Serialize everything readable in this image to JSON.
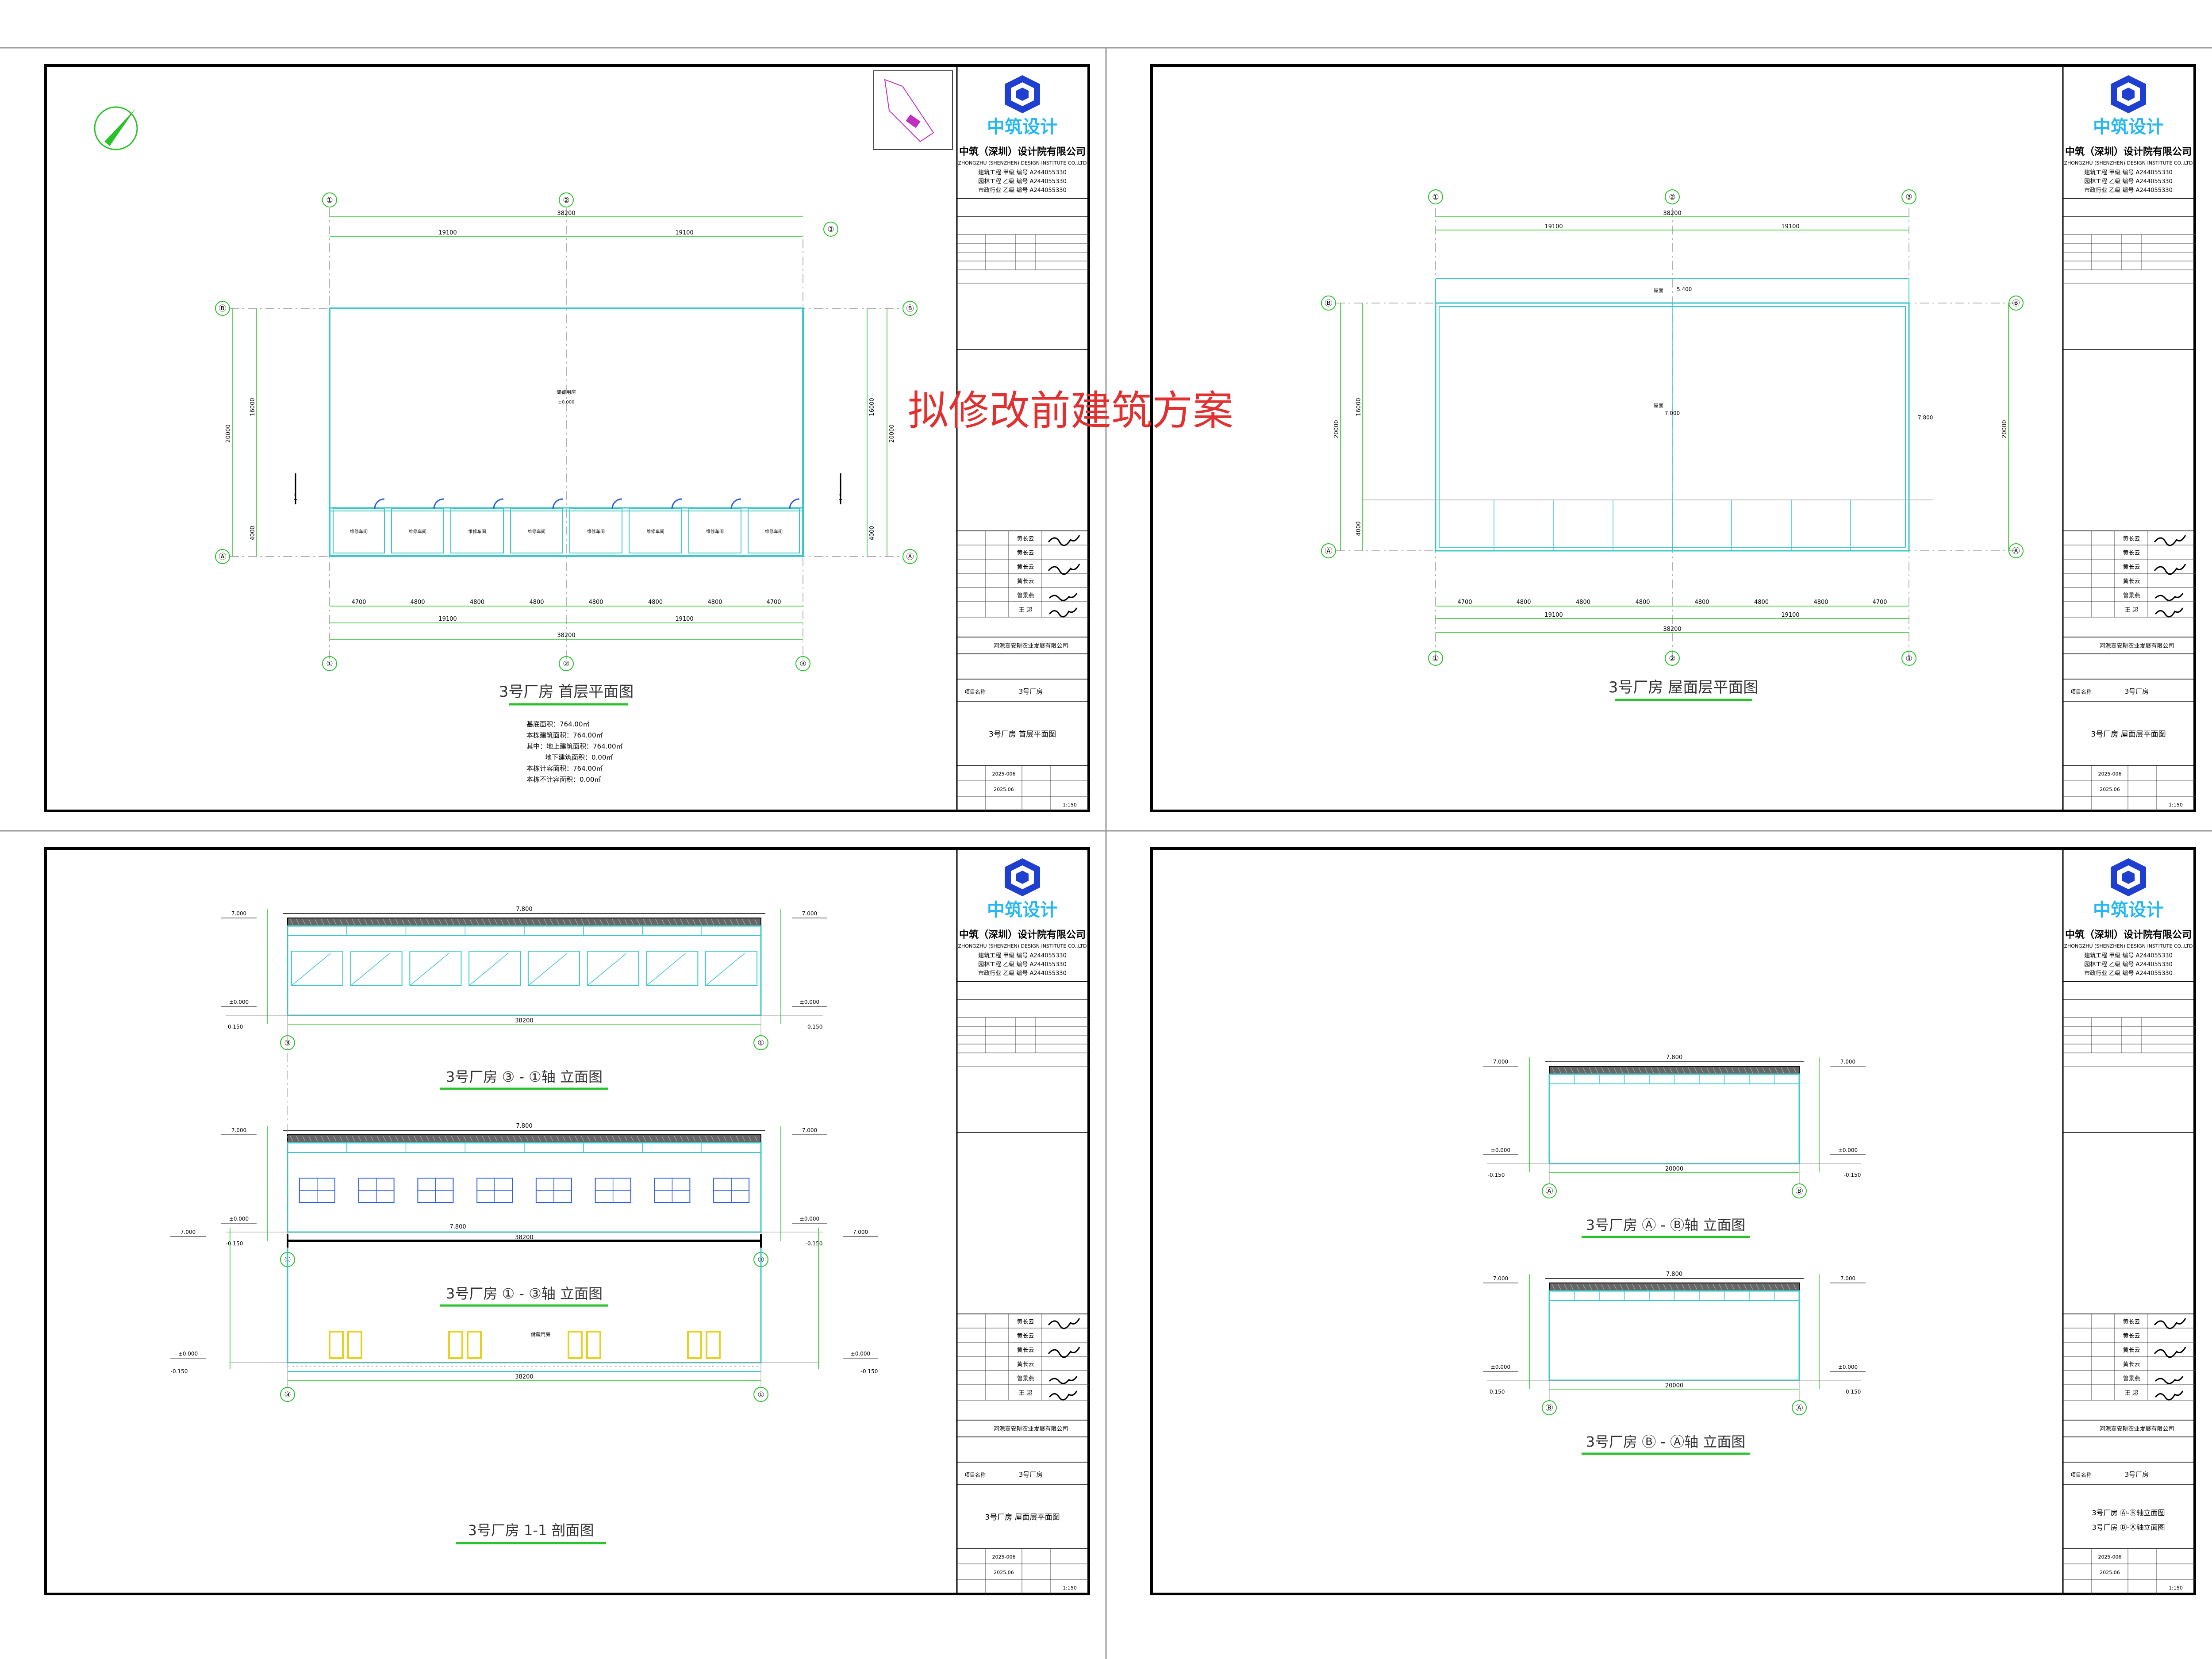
{
  "watermark": "拟修改前建筑方案",
  "company": {
    "brand": "中筑设计",
    "name": "中筑（深圳）设计院有限公司",
    "name_en": "ZHONGZHU (SHENZHEN) DESIGN INSTITUTE CO.,LTD",
    "qualifications": [
      "建筑工程 甲级 编号 A244055330",
      "园林工程 乙级 编号 A244055330",
      "市政行业 乙级 编号 A244055330"
    ],
    "brand_color": "#1f3fd0",
    "accent_color": "#27b7f0"
  },
  "title_block": {
    "client": "河源嘉安耕农业发展有限公司",
    "project_label": "项目名称",
    "project": "3号厂房",
    "signers": [
      "黄长云",
      "黄长云",
      "黄长云",
      "黄长云",
      "曾景燕",
      "王 超"
    ],
    "date": "2025.06",
    "scale": "1:150",
    "drawing_no": "2025-006"
  },
  "panels": [
    {
      "id": "ground-floor-plan",
      "title": "3号厂房  首层平面图",
      "drawing_name": "3号厂房 首层平面图",
      "axes_h": [
        "①",
        "②",
        "③"
      ],
      "axes_v": [
        "Ⓑ",
        "Ⓐ"
      ],
      "dims_total": "38200",
      "dims_half": [
        "19100",
        "19100"
      ],
      "dims_bay": [
        "4700",
        "4800",
        "4800",
        "4800",
        "4800",
        "4800",
        "4800",
        "4700"
      ],
      "dims_vert": [
        "16000",
        "20000",
        "4000"
      ],
      "room_center": "储藏用房",
      "room_center_level": "±0.000",
      "small_rooms": [
        "维修车间",
        "维修车间",
        "维修车间",
        "维修车间",
        "维修车间",
        "维修车间",
        "维修车间",
        "维修车间"
      ],
      "section_mark": "1",
      "area_notes": [
        "基底面积：764.00㎡",
        "本栋建筑面积：764.00㎡",
        "其中：地上建筑面积：764.00㎡",
        "地下建筑面积：0.00㎡",
        "本栋计容面积：764.00㎡",
        "本栋不计容面积：0.00㎡"
      ]
    },
    {
      "id": "roof-plan",
      "title": "3号厂房  屋面层平面图",
      "drawing_name": "3号厂房 屋面层平面图",
      "level_top": "5.400",
      "level_center": "7.000",
      "level_right": "7.800",
      "roof_label": "屋面"
    },
    {
      "id": "elevations-and-section",
      "views": [
        {
          "title": "3号厂房  ③ - ①轴  立面图",
          "left_axis": "③",
          "right_axis": "①"
        },
        {
          "title": "3号厂房  ① - ③轴  立面图",
          "left_axis": "①",
          "right_axis": "③"
        },
        {
          "title": "3号厂房  1-1  剖面图",
          "left_axis": "③",
          "right_axis": "①"
        }
      ],
      "levels": [
        "7.000",
        "±0.000",
        "-0.150"
      ],
      "ridge_level": "7.800",
      "width_dim": "38200",
      "section_label": "储藏用房",
      "drawing_name": "3号厂房 屋面层平面图"
    },
    {
      "id": "side-elevations",
      "views": [
        {
          "title": "3号厂房  Ⓐ - Ⓑ轴  立面图",
          "left_axis": "Ⓐ",
          "right_axis": "Ⓑ"
        },
        {
          "title": "3号厂房  Ⓑ - Ⓐ轴  立面图",
          "left_axis": "Ⓑ",
          "right_axis": "Ⓐ"
        }
      ],
      "levels": [
        "7.000",
        "±0.000",
        "-0.150"
      ],
      "ridge_level": "7.800",
      "width_dim": "20000",
      "drawing_names": [
        "3号厂房 Ⓐ-Ⓑ轴立面图",
        "3号厂房 Ⓑ-Ⓐ轴立面图"
      ]
    }
  ]
}
